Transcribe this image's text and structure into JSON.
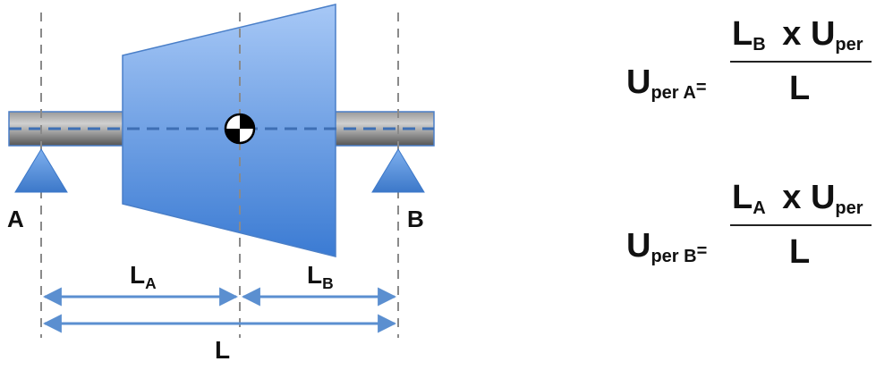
{
  "diagram": {
    "support_a": "A",
    "support_b": "B",
    "dim_la": {
      "base": "L",
      "sub": "A"
    },
    "dim_lb": {
      "base": "L",
      "sub": "B"
    },
    "dim_l": "L"
  },
  "formula_a": {
    "lhs": {
      "base": "U",
      "sub": "per A",
      "eq": "="
    },
    "numerator": {
      "l": "L",
      "l_sub": "B",
      "op": "x",
      "u": "U",
      "u_sub": "per"
    },
    "denominator": "L"
  },
  "formula_b": {
    "lhs": {
      "base": "U",
      "sub": "per B",
      "eq": "="
    },
    "numerator": {
      "l": "L",
      "l_sub": "A",
      "op": "x",
      "u": "U",
      "u_sub": "per"
    },
    "denominator": "L"
  },
  "colors": {
    "shaft_dark": "#6b6b6b",
    "shaft_light": "#bdbdbd",
    "rotor_light": "#9ec2f5",
    "rotor_dark": "#3f7fd6",
    "support": "#4a86d6",
    "arrow": "#5b8fd0",
    "dash": "#8a8a8a"
  }
}
